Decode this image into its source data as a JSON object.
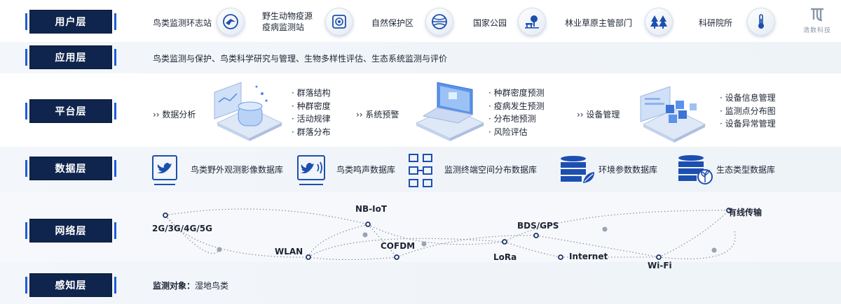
{
  "logo": {
    "text": "清数科技"
  },
  "layers": {
    "user": "用户层",
    "app": "应用层",
    "platform": "平台层",
    "data": "数据层",
    "network": "网络层",
    "sensing": "感知层"
  },
  "user_layer": {
    "items": [
      {
        "label": "鸟类监测环志站",
        "icon": "bird-station-icon"
      },
      {
        "label": "野生动物疫源\n疫病监测站",
        "icon": "target-icon"
      },
      {
        "label": "自然保护区",
        "icon": "globe-icon"
      },
      {
        "label": "国家公园",
        "icon": "park-bench-icon"
      },
      {
        "label": "林业草原主管部门",
        "icon": "forest-icon"
      },
      {
        "label": "科研院所",
        "icon": "thermometer-icon"
      }
    ]
  },
  "app_layer": {
    "text": "鸟类监测与保护、鸟类科学研究与管理、生物多样性评估、生态系统监测与评价"
  },
  "platform_layer": {
    "groups": [
      {
        "title": "数据分析",
        "items": [
          "群落结构",
          "种群密度",
          "活动规律",
          "群落分布"
        ]
      },
      {
        "title": "系统预警",
        "items": [
          "种群密度预测",
          "疫病发生预测",
          "分布地预测",
          "风险评估"
        ]
      },
      {
        "title": "设备管理",
        "items": [
          "设备信息管理",
          "监测点分布图",
          "设备异常管理"
        ]
      }
    ]
  },
  "data_layer": {
    "items": [
      {
        "label": "鸟类野外观测影像数据库",
        "icon": "twitter-monitor-icon"
      },
      {
        "label": "鸟类鸣声数据库",
        "icon": "twitter-sound-icon"
      },
      {
        "label": "监测终端空间分布数据库",
        "icon": "grid-nodes-icon"
      },
      {
        "label": "环境参数数据库",
        "icon": "database-leaf-icon"
      },
      {
        "label": "生态类型数据库",
        "icon": "database-sprout-icon"
      }
    ]
  },
  "network_layer": {
    "nodes": {
      "mobile": "2G/3G/4G/5G",
      "nbiot": "NB-IoT",
      "wlan": "WLAN",
      "cofdm": "COFDM",
      "lora": "LoRa",
      "bds": "BDS/GPS",
      "internet": "Internet",
      "wifi": "Wi-Fi",
      "wired": "有线传输"
    }
  },
  "sensing_layer": {
    "label": "监测对象：",
    "value": "湿地鸟类"
  },
  "colors": {
    "badge_bg": "#10254d",
    "accent": "#2f6ff0",
    "icon_blue": "#1d4fb0"
  }
}
